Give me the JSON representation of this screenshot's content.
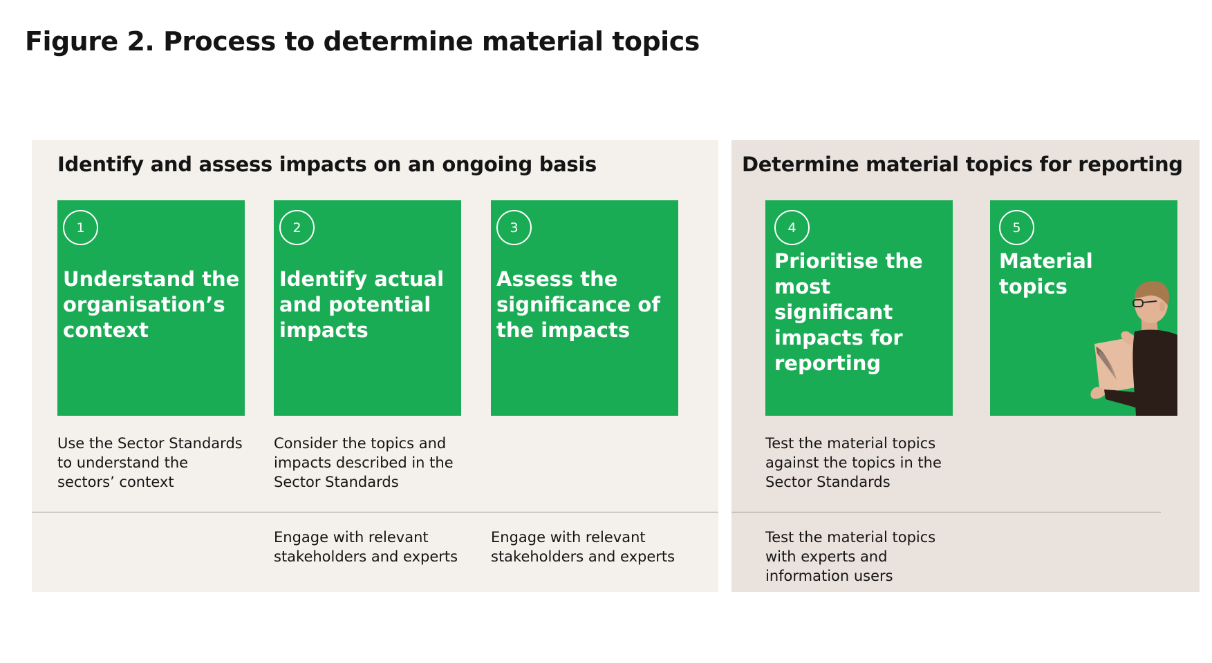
{
  "title": "Figure 2. Process to determine material topics",
  "left_section": {
    "heading": "Identify and assess impacts on an ongoing basis"
  },
  "right_section": {
    "heading": "Determine material topics for reporting"
  },
  "steps": [
    {
      "number": "1",
      "title_lines": [
        "Understand the",
        "organisation’s",
        "context"
      ],
      "description_lines": [
        "Use the Sector Standards",
        "to understand the",
        "sectors’ context"
      ],
      "engagement_lines": []
    },
    {
      "number": "2",
      "title_lines": [
        "Identify actual",
        "and potential",
        "impacts"
      ],
      "description_lines": [
        "Consider the topics and",
        "impacts described in the",
        "Sector Standards"
      ],
      "engagement_lines": [
        "Engage with relevant",
        "stakeholders and experts"
      ]
    },
    {
      "number": "3",
      "title_lines": [
        "Assess the",
        "significance of",
        "the impacts"
      ],
      "description_lines": [],
      "engagement_lines": [
        "Engage with relevant",
        "stakeholders and experts"
      ]
    },
    {
      "number": "4",
      "title_lines": [
        "Prioritise the",
        "most",
        "significant",
        "impacts for",
        "reporting"
      ],
      "description_lines": [
        "Test the material topics",
        "against the topics in the",
        "Sector Standards"
      ],
      "engagement_lines": [
        "Test the material topics",
        "with experts and",
        "information users"
      ]
    },
    {
      "number": "5",
      "title_lines": [
        "Material",
        "topics"
      ],
      "description_lines": [],
      "engagement_lines": []
    }
  ],
  "colors": {
    "card_green": "#1aac55",
    "left_panel_bg": "#f4f1ec",
    "right_panel_bg": "#eae2dd"
  }
}
